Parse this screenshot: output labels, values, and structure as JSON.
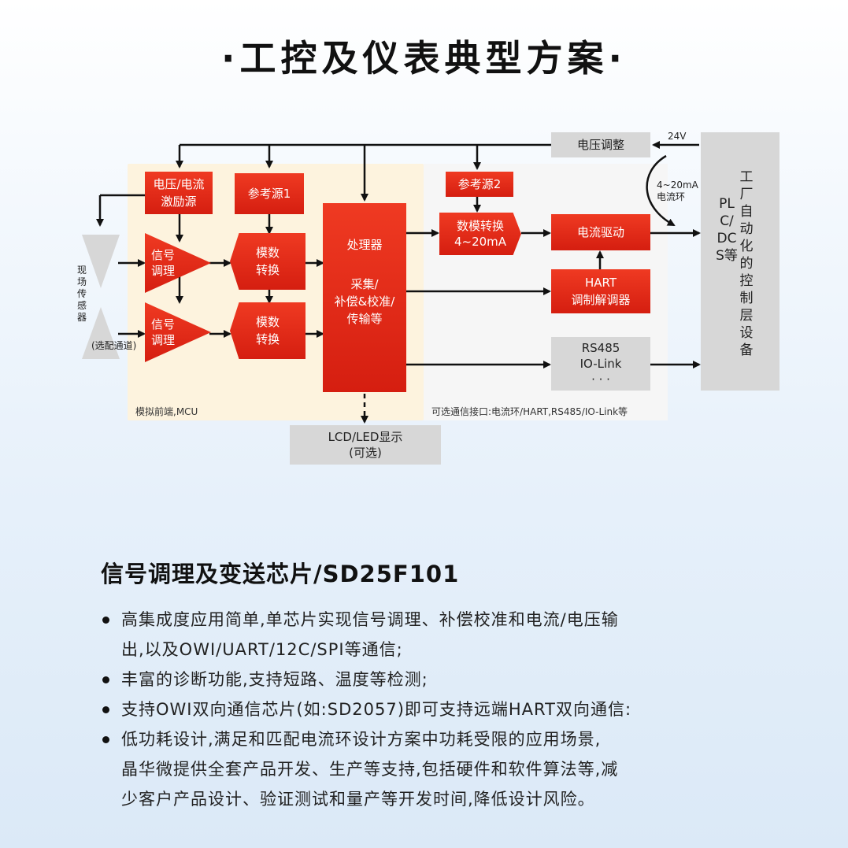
{
  "title": "·工控及仪表典型方案·",
  "diagram": {
    "excitation": "电压/电流\n激励源",
    "ref1": "参考源1",
    "ref2": "参考源2",
    "sig1": "信号\n调理",
    "sig2": "信号\n调理",
    "adc1": "模数\n转换",
    "adc2": "模数\n转换",
    "processor_title": "处理器",
    "processor_body": "采集/\n补偿&校准/\n传输等",
    "dac": "数模转换\n4~20mA",
    "current_drive": "电流驱动",
    "hart": "HART\n调制解调器",
    "rs485": "RS485\nIO-Link\n· · ·",
    "voltage_adjust": "电压调整",
    "v24": "24V",
    "loop_label": "4~20mA\n电流环",
    "plc": "工厂自动化的控制层设备",
    "plc2": "PLC/DCS等",
    "sensor": "现场传感器",
    "channel_note": "(选配通道)",
    "frontend_label": "模拟前端,MCU",
    "comm_label": "可选通信接口:电流环/HART,RS485/IO-Link等",
    "lcd": "LCD/LED显示\n(可选)"
  },
  "section": {
    "title": "信号调理及变送芯片/SD25F101",
    "bullets": [
      {
        "dot": true,
        "text": "高集成度应用简单,单芯片实现信号调理、补偿校准和电流/电压输"
      },
      {
        "dot": false,
        "text": "出,以及OWI/UART/12C/SPI等通信;"
      },
      {
        "dot": true,
        "text": "丰富的诊断功能,支持短路、温度等检测;"
      },
      {
        "dot": true,
        "text": "支持OWI双向通信芯片(如:SD2057)即可支持远端HART双向通信:"
      },
      {
        "dot": true,
        "text": "低功耗设计,满足和匹配电流环设计方案中功耗受限的应用场景,"
      },
      {
        "dot": false,
        "text": "晶华微提供全套产品开发、生产等支持,包括硬件和软件算法等,减"
      },
      {
        "dot": false,
        "text": "少客户产品设计、验证测试和量产等开发时间,降低设计风险。"
      }
    ]
  },
  "colors": {
    "accent": "#e02a18",
    "gray": "#d7d7d7",
    "zone": "#fdf3de"
  }
}
